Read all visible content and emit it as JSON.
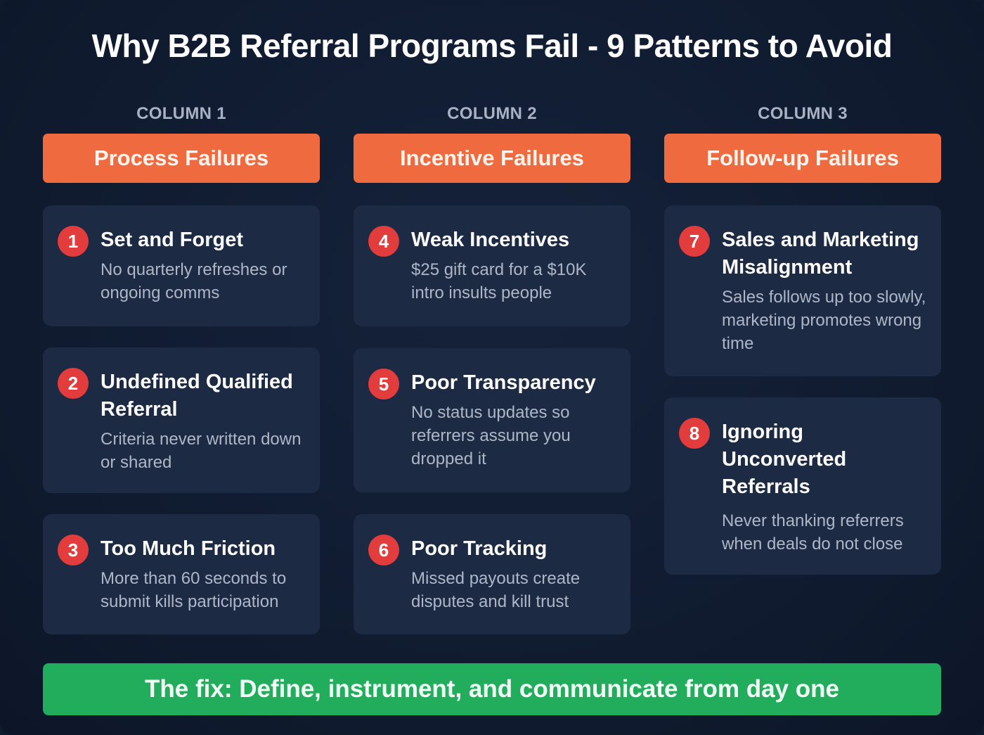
{
  "title": "Why B2B Referral Programs Fail - 9 Patterns to Avoid",
  "colors": {
    "background": "#0f1a2e",
    "header_accent": "#f06a3f",
    "card_bg": "#1c2a44",
    "badge": "#e23c3c",
    "fix_banner": "#22ad5c"
  },
  "columns": [
    {
      "label": "COLUMN 1",
      "header": "Process Failures",
      "items": [
        {
          "number": "1",
          "title": "Set and Forget",
          "description": "No quarterly refreshes or ongoing comms"
        },
        {
          "number": "2",
          "title": "Undefined Qualified Referral",
          "description": "Criteria never written down or shared"
        },
        {
          "number": "3",
          "title": "Too Much Friction",
          "description": "More than 60 seconds to submit kills participation"
        }
      ]
    },
    {
      "label": "COLUMN 2",
      "header": "Incentive Failures",
      "items": [
        {
          "number": "4",
          "title": "Weak Incentives",
          "description": "$25 gift card for a $10K intro insults people"
        },
        {
          "number": "5",
          "title": "Poor Transparency",
          "description": "No status updates so referrers assume you dropped it"
        },
        {
          "number": "6",
          "title": "Poor Tracking",
          "description": "Missed payouts create disputes and kill trust"
        }
      ]
    },
    {
      "label": "COLUMN 3",
      "header": "Follow-up Failures",
      "items": [
        {
          "number": "7",
          "title": "Sales and Marketing Misalignment",
          "description": "Sales follows up too slowly, marketing promotes wrong time"
        },
        {
          "number": "8",
          "title": "Ignoring Unconverted Referrals",
          "description": "Never thanking referrers when deals do not close"
        }
      ]
    }
  ],
  "fix": "The fix: Define, instrument, and communicate from day one"
}
